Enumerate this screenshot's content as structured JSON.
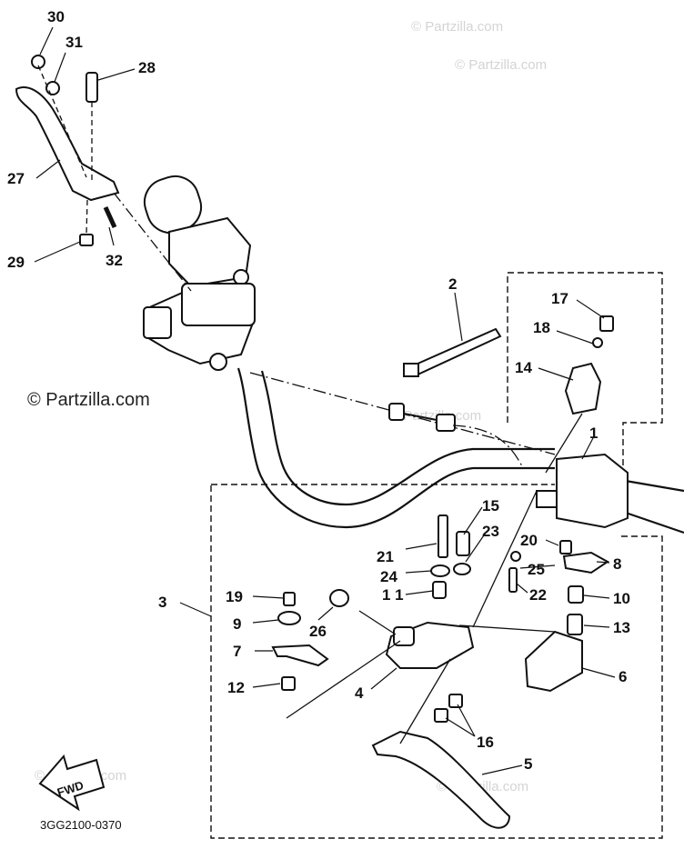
{
  "colors": {
    "ink": "#111111",
    "paper": "#ffffff",
    "watermark": "#d4d4d4"
  },
  "watermark": {
    "text": "© Partzilla.com"
  },
  "diagram_code": "3GG2100-0370",
  "fwd_label": "FWD",
  "callouts": [
    {
      "id": "30",
      "label": "30"
    },
    {
      "id": "31",
      "label": "31"
    },
    {
      "id": "28",
      "label": "28"
    },
    {
      "id": "27",
      "label": "27"
    },
    {
      "id": "29",
      "label": "29"
    },
    {
      "id": "32",
      "label": "32"
    },
    {
      "id": "2",
      "label": "2"
    },
    {
      "id": "17",
      "label": "17"
    },
    {
      "id": "18",
      "label": "18"
    },
    {
      "id": "14",
      "label": "14"
    },
    {
      "id": "1",
      "label": "1"
    },
    {
      "id": "15",
      "label": "15"
    },
    {
      "id": "23",
      "label": "23"
    },
    {
      "id": "21",
      "label": "21"
    },
    {
      "id": "24",
      "label": "24"
    },
    {
      "id": "11",
      "label": "1 1"
    },
    {
      "id": "20",
      "label": "20"
    },
    {
      "id": "8",
      "label": "8"
    },
    {
      "id": "25",
      "label": "25"
    },
    {
      "id": "22",
      "label": "22"
    },
    {
      "id": "10",
      "label": "10"
    },
    {
      "id": "13",
      "label": "13"
    },
    {
      "id": "3",
      "label": "3"
    },
    {
      "id": "19",
      "label": "19"
    },
    {
      "id": "9",
      "label": "9"
    },
    {
      "id": "26",
      "label": "26"
    },
    {
      "id": "7",
      "label": "7"
    },
    {
      "id": "12",
      "label": "12"
    },
    {
      "id": "4",
      "label": "4"
    },
    {
      "id": "6",
      "label": "6"
    },
    {
      "id": "16",
      "label": "16"
    },
    {
      "id": "5",
      "label": "5"
    }
  ]
}
